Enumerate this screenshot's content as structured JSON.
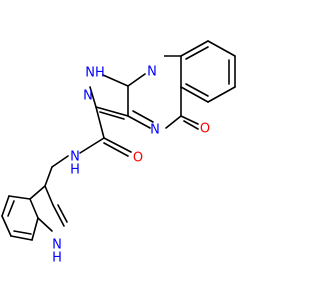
{
  "molecule": {
    "atoms": {
      "n_triazole_1": "N",
      "nh_triazole": "NH",
      "n_triazole_3": "N",
      "n_pyrimidine": "N",
      "o_carbonyl_ring": "O",
      "n_amide": "N",
      "h_amide": "H",
      "o_amide": "O",
      "nh_indole": "N",
      "h_indole": "H"
    },
    "colors": {
      "bond": "#000000",
      "nitrogen": "#0000ff",
      "oxygen": "#ff0000"
    }
  }
}
